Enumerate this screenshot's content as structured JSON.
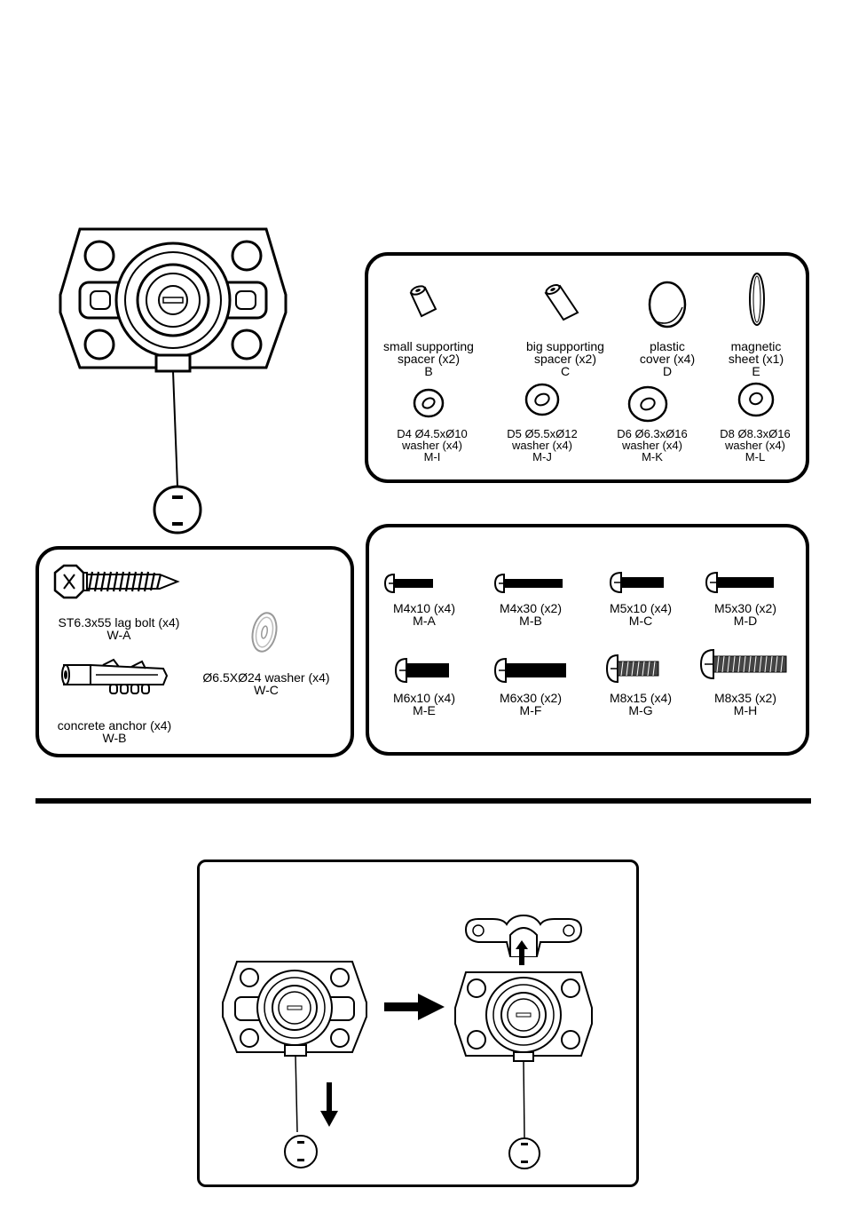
{
  "parts": {
    "B": {
      "line1": "small supporting",
      "line2": "spacer (x2)",
      "code": "B"
    },
    "C": {
      "line1": "big supporting",
      "line2": "spacer (x2)",
      "code": "C"
    },
    "D": {
      "line1": "plastic",
      "line2": "cover (x4)",
      "code": "D"
    },
    "E": {
      "line1": "magnetic",
      "line2": "sheet (x1)",
      "code": "E"
    },
    "MI": {
      "line1": "D4 Ø4.5xØ10",
      "line2": "washer (x4)",
      "code": "M-I"
    },
    "MJ": {
      "line1": "D5 Ø5.5xØ12",
      "line2": "washer (x4)",
      "code": "M-J"
    },
    "MK": {
      "line1": "D6 Ø6.3xØ16",
      "line2": "washer (x4)",
      "code": "M-K"
    },
    "ML": {
      "line1": "D8 Ø8.3xØ16",
      "line2": "washer (x4)",
      "code": "M-L"
    }
  },
  "wall": {
    "WA": {
      "line1": "ST6.3x55 lag bolt (x4)",
      "code": "W-A"
    },
    "WB": {
      "line1": "concrete anchor (x4)",
      "code": "W-B"
    },
    "WC": {
      "line1": "Ø6.5XØ24 washer (x4)",
      "code": "W-C"
    }
  },
  "screws": {
    "MA": {
      "line1": "M4x10 (x4)",
      "code": "M-A"
    },
    "MB": {
      "line1": "M4x30 (x2)",
      "code": "M-B"
    },
    "MC": {
      "line1": "M5x10 (x4)",
      "code": "M-C"
    },
    "MD": {
      "line1": "M5x30 (x2)",
      "code": "M-D"
    },
    "ME": {
      "line1": "M6x10 (x4)",
      "code": "M-E"
    },
    "MF": {
      "line1": "M6x30 (x2)",
      "code": "M-F"
    },
    "MG": {
      "line1": "M8x15 (x4)",
      "code": "M-G"
    },
    "MH": {
      "line1": "M8x35 (x2)",
      "code": "M-H"
    }
  }
}
